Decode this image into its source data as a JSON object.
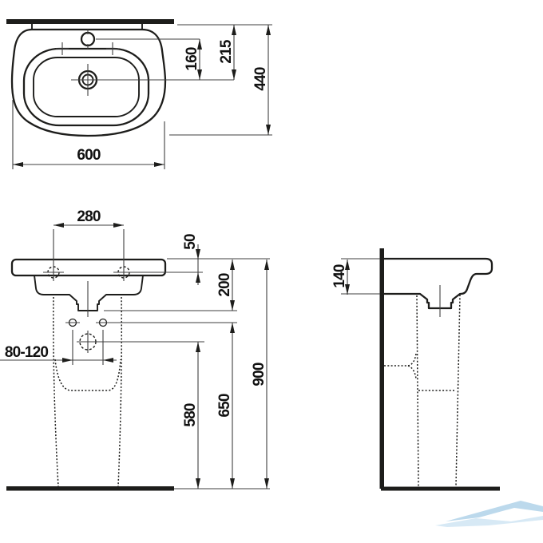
{
  "drawing": {
    "subject": "washbasin-with-pedestal-dimension-drawing"
  },
  "views": {
    "plan": {
      "dims": {
        "width": "600",
        "tap_to_drain": "160",
        "wall_to_drain": "215",
        "depth": "440"
      }
    },
    "front": {
      "dims": {
        "mounting_span": "280",
        "rim_to_holes": "50",
        "rim_to_outlet": "200",
        "fixing_range": "80-120",
        "supply_height": "580",
        "fixing_height": "650",
        "rim_height": "900"
      }
    },
    "side": {
      "dims": {
        "rim_drop": "140"
      }
    }
  },
  "colors": {
    "line": "#1d1d1b",
    "dim_line": "#3f3f3f",
    "background": "#ffffff",
    "watermark_main": "#bcd9ec",
    "watermark_light": "#d7e9f5"
  }
}
